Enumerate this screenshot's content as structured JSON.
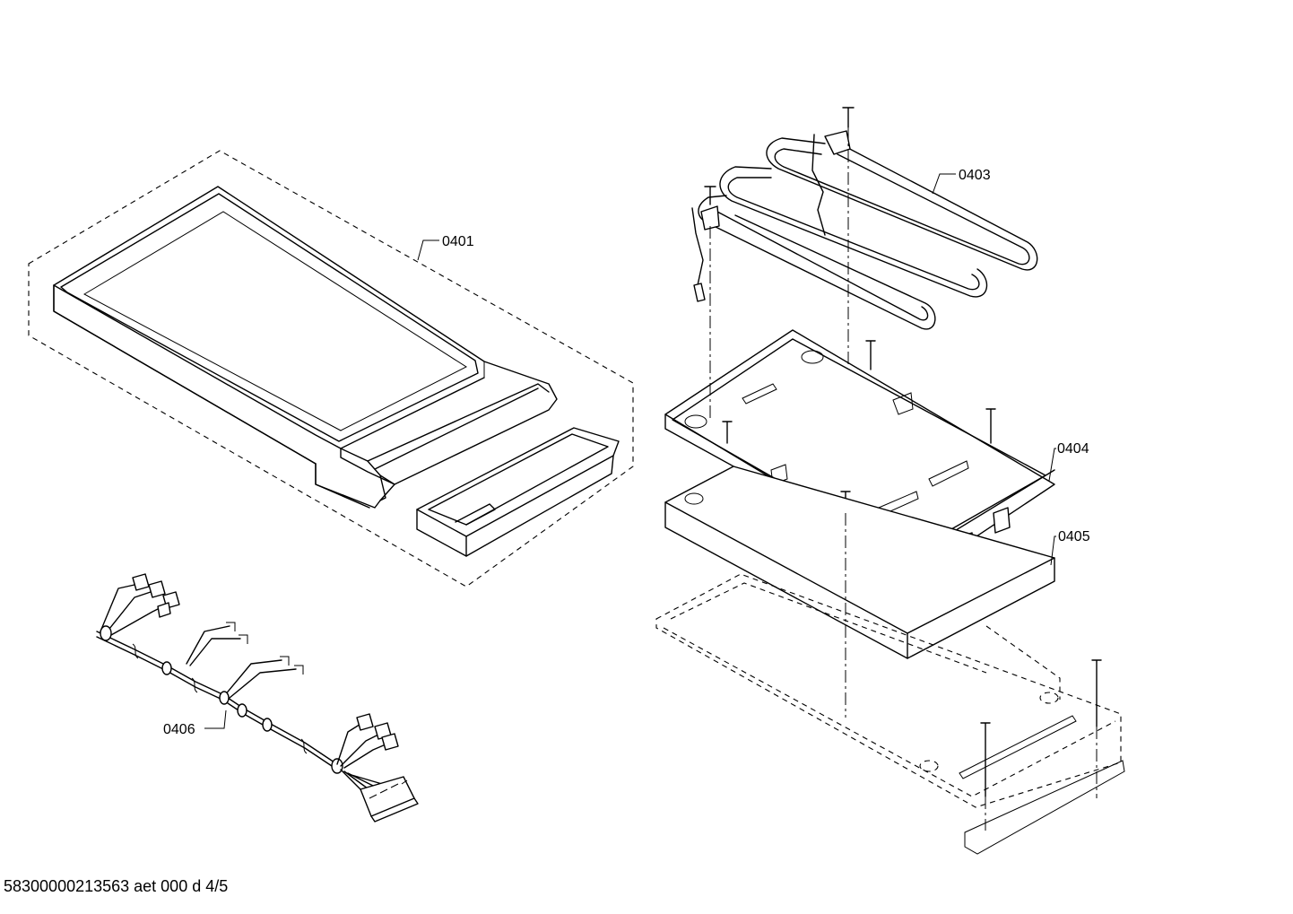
{
  "parts": [
    {
      "id": "0401",
      "label": "0401"
    },
    {
      "id": "0403",
      "label": "0403"
    },
    {
      "id": "0404",
      "label": "0404"
    },
    {
      "id": "0405",
      "label": "0405"
    },
    {
      "id": "0406",
      "label": "0406"
    }
  ],
  "footer": {
    "text": "58300000213563 aet 000 d 4/5"
  }
}
